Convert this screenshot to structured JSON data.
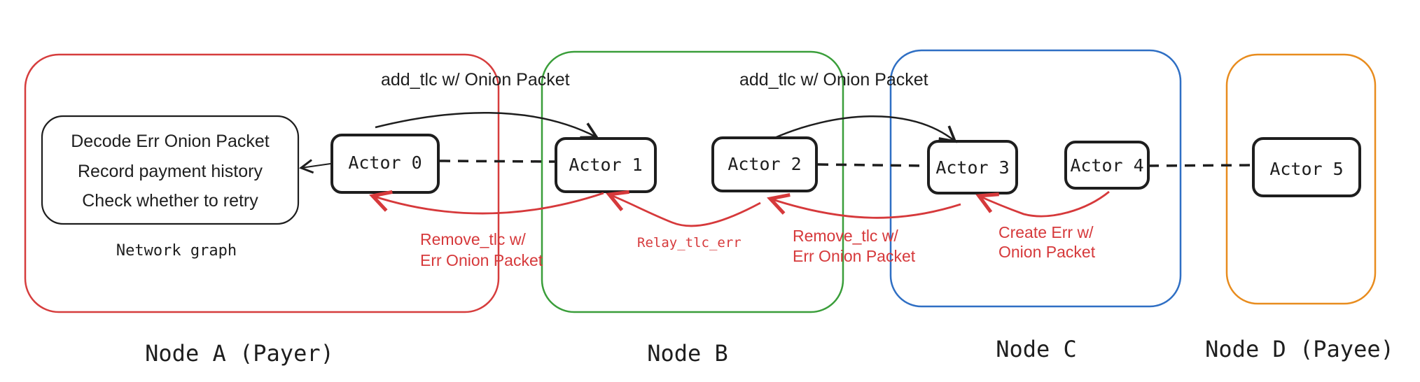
{
  "colors": {
    "node_a": "#d63d3d",
    "node_b": "#3a9e3a",
    "node_c": "#2f6fc4",
    "node_d": "#e88c1e",
    "ink": "#1e1e1e",
    "error": "#d6393b"
  },
  "nodes": {
    "a": {
      "label": "Node A (Payer)"
    },
    "b": {
      "label": "Node B"
    },
    "c": {
      "label": "Node C"
    },
    "d": {
      "label": "Node D (Payee)"
    }
  },
  "payer_box": {
    "lines": [
      "Decode Err Onion Packet",
      "Record payment history",
      "Check whether to retry"
    ]
  },
  "network_graph_label": "Network graph",
  "actors": [
    "Actor 0",
    "Actor 1",
    "Actor 2",
    "Actor 3",
    "Actor 4",
    "Actor 5"
  ],
  "forward_labels": [
    "add_tlc w/ Onion Packet",
    "add_tlc w/ Onion Packet"
  ],
  "error_labels": {
    "remove_1": [
      "Remove_tlc w/",
      "Err Onion Packet"
    ],
    "relay": "Relay_tlc_err",
    "remove_2": [
      "Remove_tlc w/",
      "Err Onion Packet"
    ],
    "create": [
      "Create Err w/",
      "Onion Packet"
    ]
  }
}
